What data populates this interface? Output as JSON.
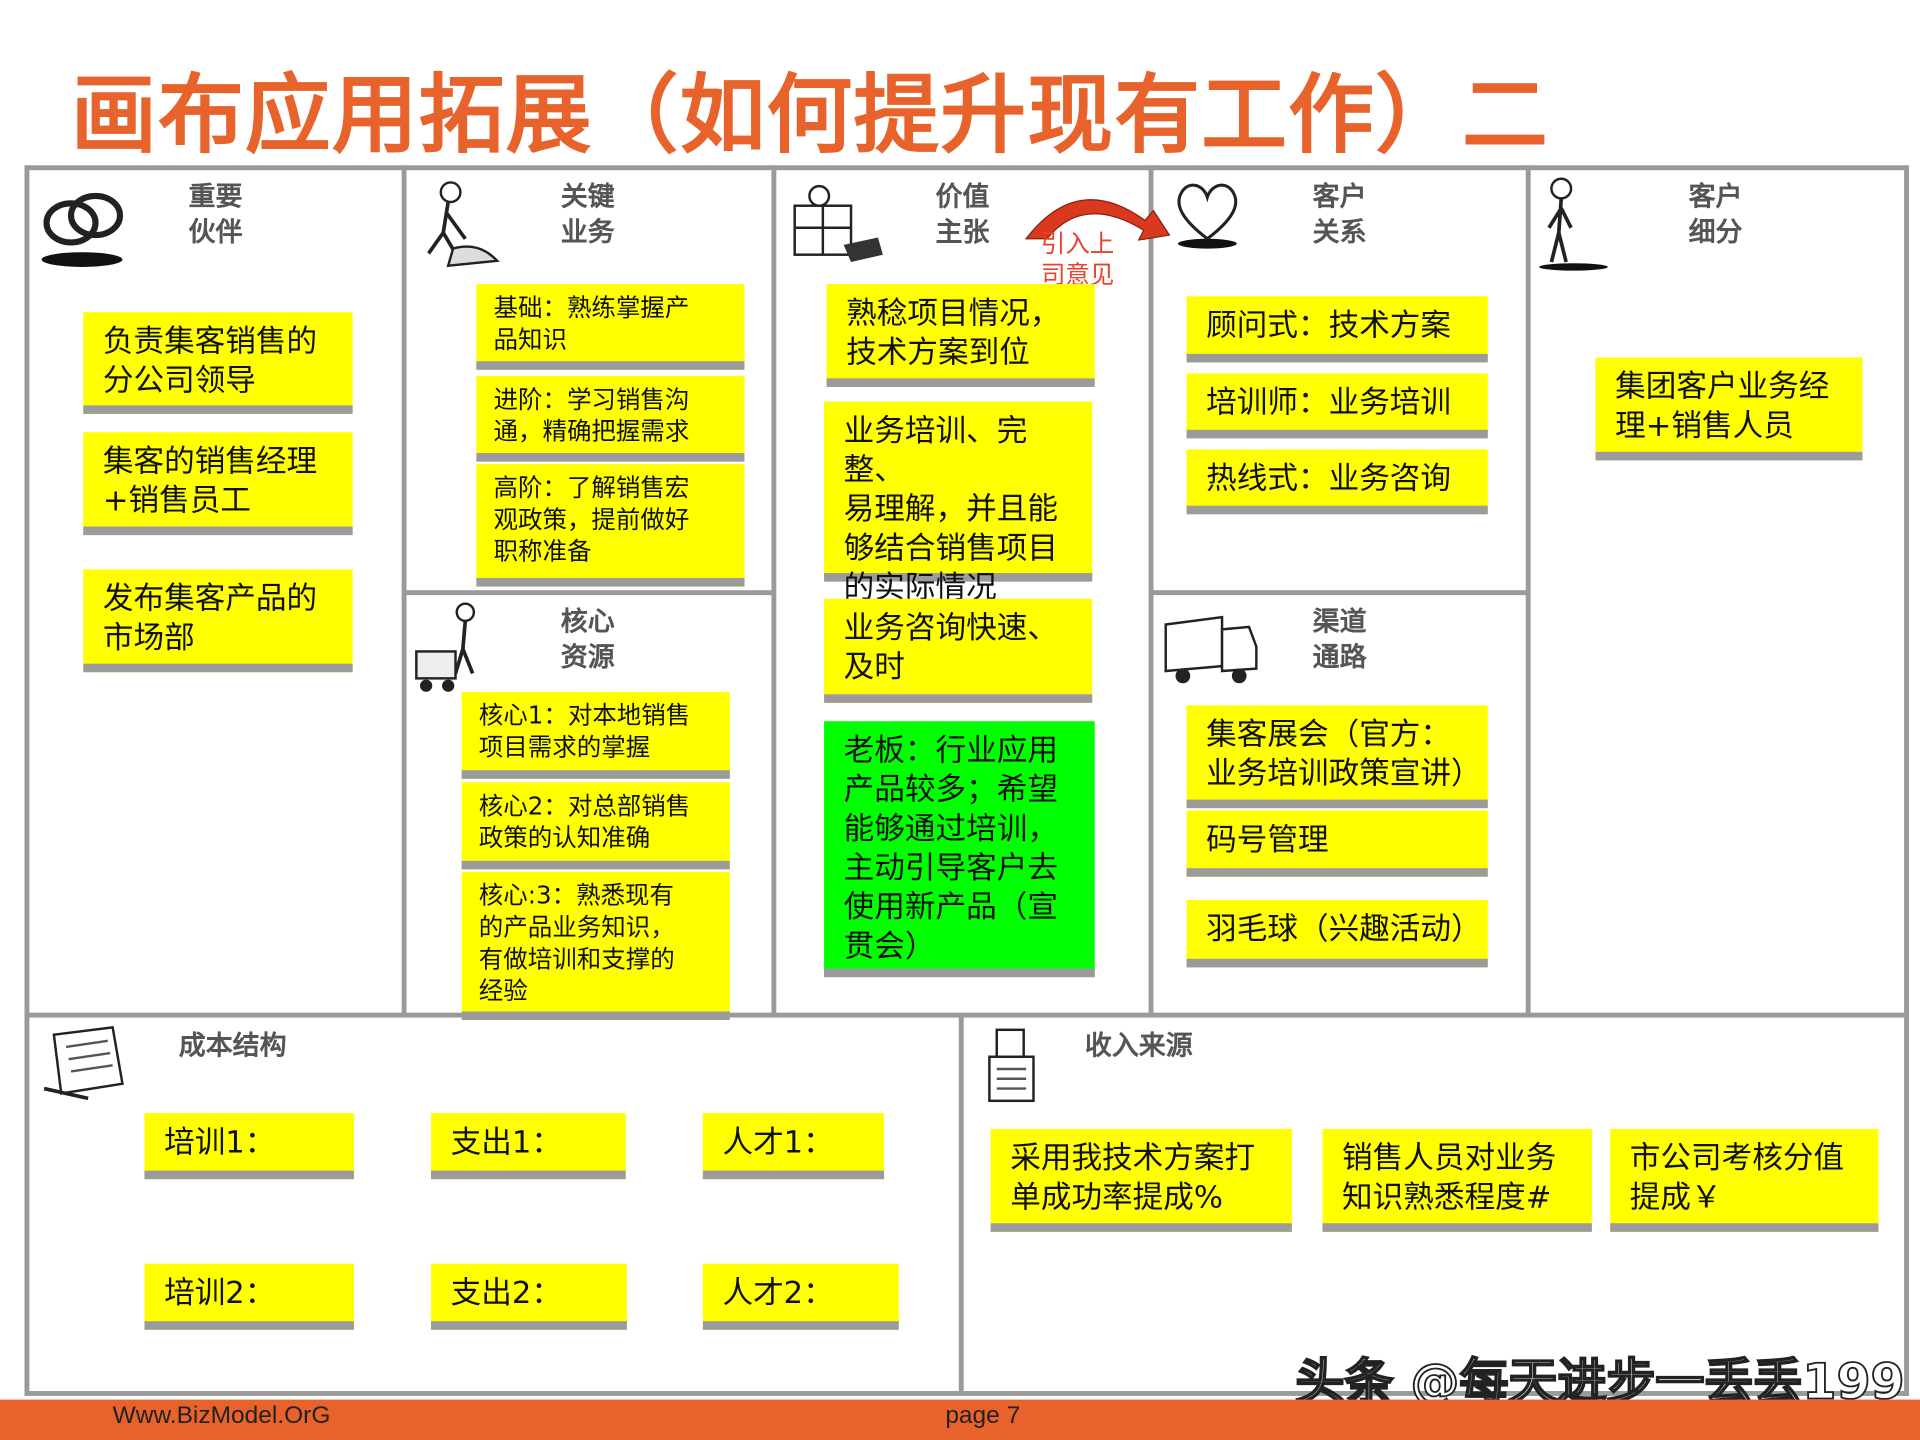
{
  "title": "画布应用拓展（如何提升现有工作）二",
  "colors": {
    "title": "#E8632B",
    "sticky": "#FFFF00",
    "highlight": "#00FF00",
    "footer": "#E8632B",
    "arrow": "#D93A1F"
  },
  "sections": {
    "partners": {
      "title": "重要\n伙伴",
      "icon": "rings-icon",
      "items": [
        "负责集客销售的\n分公司领导",
        "集客的销售经理\n+销售员工",
        "发布集客产品的\n市场部"
      ]
    },
    "activities": {
      "title": "关键\n业务",
      "icon": "worker-icon",
      "items": [
        "基础：熟练掌握产\n品知识",
        "进阶：学习销售沟\n通，精确把握需求",
        "高阶：了解销售宏\n观政策，提前做好\n职称准备"
      ]
    },
    "resources": {
      "title": "核心\n资源",
      "icon": "forklift-worker-icon",
      "items": [
        "核心1：对本地销售\n项目需求的掌握",
        "核心2：对总部销售\n政策的认知准确",
        "核心:3：熟悉现有\n的产品业务知识，\n有做培训和支撑的\n经验"
      ]
    },
    "value": {
      "title": "价值\n主张",
      "icon": "gift-icon",
      "note": "引入上\n司意见",
      "items": [
        "熟稔项目情况，\n技术方案到位",
        "业务培训、完整、\n易理解，并且能\n够结合销售项目\n的实际情况",
        "业务咨询快速、\n及时",
        "老板：行业应用\n产品较多；希望\n能够通过培训，\n主动引导客户去\n使用新产品（宣\n贯会）"
      ]
    },
    "relationships": {
      "title": "客户\n关系",
      "icon": "heart-icon",
      "items": [
        "顾问式：技术方案",
        "培训师：业务培训",
        "热线式：业务咨询"
      ]
    },
    "channels": {
      "title": "渠道\n通路",
      "icon": "truck-icon",
      "items": [
        "集客展会（官方：\n业务培训政策宣讲）",
        "码号管理",
        "羽毛球（兴趣活动）"
      ]
    },
    "segments": {
      "title": "客户\n细分",
      "icon": "person-icon",
      "items": [
        "集团客户业务经\n理+销售人员"
      ]
    },
    "cost": {
      "title": "成本结构",
      "icon": "receipt-icon",
      "items": [
        "培训1：",
        "支出1：",
        "人才1：",
        "培训2：",
        "支出2：",
        "人才2："
      ]
    },
    "revenue": {
      "title": "收入来源",
      "icon": "cash-register-icon",
      "items": [
        "采用我技术方案打\n单成功率提成%",
        "销售人员对业务\n知识熟悉程度#",
        "市公司考核分值\n提成￥"
      ]
    }
  },
  "footer": {
    "site": "Www.BizModel.OrG",
    "page": "page 7"
  },
  "watermark": "头条 @每天进步一丢丢199"
}
